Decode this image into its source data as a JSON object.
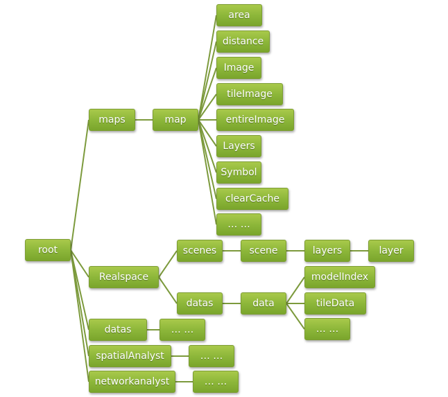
{
  "colors": {
    "node": "#8db73a",
    "line": "#7c9a3c"
  },
  "nodes": {
    "root": "root",
    "maps": "maps",
    "map": "map",
    "area": "area",
    "distance": "distance",
    "image": "Image",
    "tileImage": "tileImage",
    "entireImage": "entireImage",
    "layers_map": "Layers",
    "symbol": "Symbol",
    "clearCache": "clearCache",
    "map_more": "… …",
    "realspace": "Realspace",
    "scenes": "scenes",
    "scene": "scene",
    "layers": "layers",
    "layer": "layer",
    "rs_datas": "datas",
    "data": "data",
    "modelIndex": "modelIndex",
    "tileData": "tileData",
    "data_more": "… …",
    "datas": "datas",
    "datas_more": "… …",
    "spatialAnalyst": "spatialAnalyst",
    "spatial_more": "… …",
    "networkanalyst": "networkanalyst",
    "network_more": "… …"
  },
  "edges": [
    [
      "root",
      "maps"
    ],
    [
      "root",
      "realspace"
    ],
    [
      "root",
      "datas"
    ],
    [
      "root",
      "spatialAnalyst"
    ],
    [
      "root",
      "networkanalyst"
    ],
    [
      "maps",
      "map"
    ],
    [
      "map",
      "area"
    ],
    [
      "map",
      "distance"
    ],
    [
      "map",
      "image"
    ],
    [
      "map",
      "tileImage"
    ],
    [
      "map",
      "entireImage"
    ],
    [
      "map",
      "layers_map"
    ],
    [
      "map",
      "symbol"
    ],
    [
      "map",
      "clearCache"
    ],
    [
      "map",
      "map_more"
    ],
    [
      "realspace",
      "scenes"
    ],
    [
      "realspace",
      "rs_datas"
    ],
    [
      "scenes",
      "scene"
    ],
    [
      "scene",
      "layers"
    ],
    [
      "layers",
      "layer"
    ],
    [
      "rs_datas",
      "data"
    ],
    [
      "data",
      "modelIndex"
    ],
    [
      "data",
      "tileData"
    ],
    [
      "data",
      "data_more"
    ],
    [
      "datas",
      "datas_more"
    ],
    [
      "spatialAnalyst",
      "spatial_more"
    ],
    [
      "networkanalyst",
      "network_more"
    ]
  ]
}
